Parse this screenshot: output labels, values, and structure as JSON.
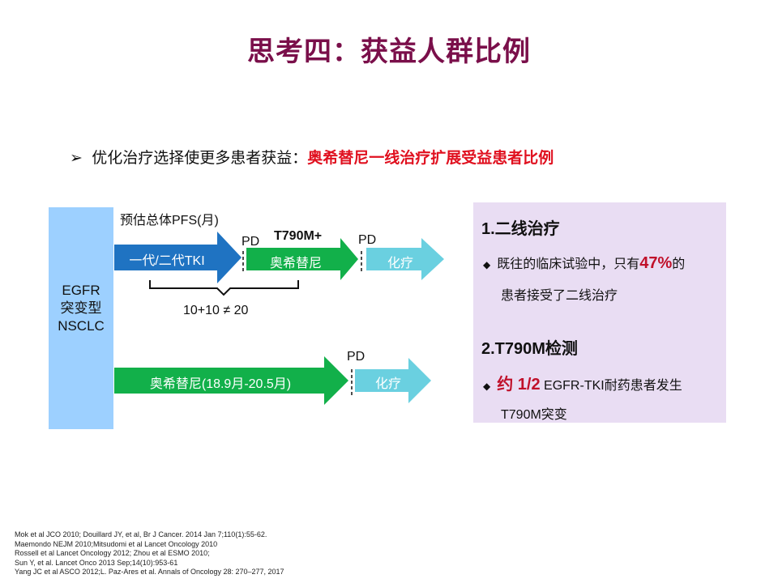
{
  "title": "思考四：获益人群比例",
  "bullet": {
    "marker": "➢",
    "text": "优化治疗选择使更多患者获益：",
    "highlight": "奥希替尼一线治疗扩展受益患者比例"
  },
  "diagram": {
    "egfr_label": [
      "EGFR",
      "突变型",
      "NSCLC"
    ],
    "pfs_label": "预估总体PFS(月)",
    "row1": {
      "arrow1": "一代/二代TKI",
      "pd1": "PD",
      "t790m": "T790M+",
      "arrow2": "奥希替尼",
      "pd2": "PD",
      "arrow3": "化疗",
      "brace_label": "10+10 ≠ 20"
    },
    "row2": {
      "arrow1": "奥希替尼(18.9月-20.5月)",
      "pd": "PD",
      "arrow2": "化疗"
    }
  },
  "panel": {
    "h1": "1.二线治疗",
    "item1": {
      "marker": "◆",
      "pre": "既往的临床试验中，只有",
      "big": "47%",
      "post": "的",
      "line2": "患者接受了二线治疗"
    },
    "h2": "2.T790M检测",
    "item2": {
      "marker": "◆",
      "big": "约 1/2",
      "post": " EGFR-TKI耐药患者发生",
      "line2": "T790M突变"
    }
  },
  "references": [
    "Mok et al JCO 2010; Douillard JY, et al, Br J Cancer. 2014 Jan 7;110(1):55-62.",
    "Maemondo NEJM 2010;Mitsudomi et al Lancet Oncology 2010",
    "Rossell et al Lancet Oncology 2012; Zhou et al ESMO 2010;",
    "Sun Y, et al. Lancet Onco 2013 Sep;14(10):953-61",
    "Yang JC et al  ASCO 2012;L. Paz-Ares et al. Annals of Oncology 28: 270–277, 2017"
  ],
  "colors": {
    "title": "#7a0f4a",
    "highlight": "#e0101f",
    "egfr_box": "#9dd0ff",
    "arrow_blue": "#1f73c2",
    "arrow_green": "#12b04a",
    "arrow_cyan": "#6ad0e0",
    "panel_bg": "#e9ddf3",
    "panel_accent": "#c0102a"
  }
}
